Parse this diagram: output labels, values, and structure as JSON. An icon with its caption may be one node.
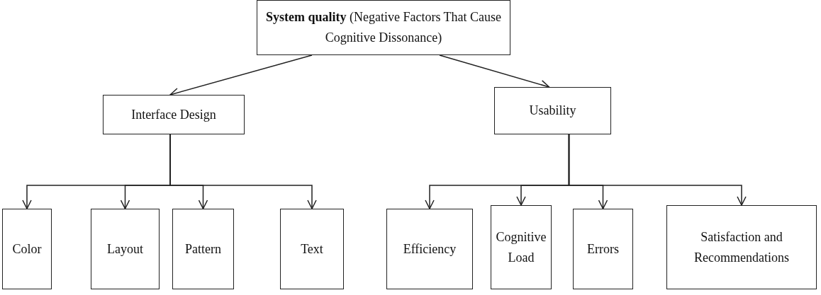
{
  "diagram": {
    "nodes": [
      {
        "text": [
          "**System quality**  (Negative Factors That Cause Cognitive Dissonance)"
        ]
      },
      {
        "text": [
          "Interface Design"
        ]
      },
      {
        "text": [
          "Usability"
        ]
      },
      {
        "text": [
          "Color"
        ]
      },
      {
        "text": [
          "Layout"
        ]
      },
      {
        "text": [
          "Pattern"
        ]
      },
      {
        "text": [
          "Text"
        ]
      },
      {
        "text": [
          "Efficiency"
        ]
      },
      {
        "text": [
          "Cognitive Load"
        ]
      },
      {
        "text": [
          "Errors"
        ]
      },
      {
        "text": [
          "Satisfaction and Recommendations"
        ]
      }
    ],
    "edges": [
      {
        "from": 0,
        "to": 1,
        "arrow": "to"
      },
      {
        "from": 0,
        "to": 2,
        "arrow": "to"
      },
      {
        "from": 1,
        "to": 3,
        "arrow": "to"
      },
      {
        "from": 1,
        "to": 4,
        "arrow": "to"
      },
      {
        "from": 1,
        "to": 5,
        "arrow": "to"
      },
      {
        "from": 1,
        "to": 6,
        "arrow": "to"
      },
      {
        "from": 2,
        "to": 7,
        "arrow": "to"
      },
      {
        "from": 2,
        "to": 8,
        "arrow": "to"
      },
      {
        "from": 2,
        "to": 9,
        "arrow": "to"
      },
      {
        "from": 2,
        "to": 10,
        "arrow": "to"
      }
    ]
  }
}
